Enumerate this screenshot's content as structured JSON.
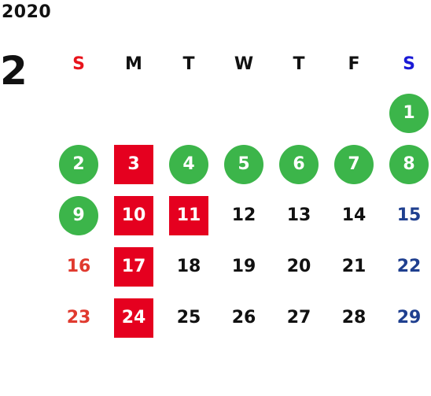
{
  "calendar": {
    "year": "2020",
    "month": "2",
    "weekdays": [
      {
        "label": "S",
        "color": "#e8141c"
      },
      {
        "label": "M",
        "color": "#111111"
      },
      {
        "label": "T",
        "color": "#111111"
      },
      {
        "label": "W",
        "color": "#111111"
      },
      {
        "label": "T",
        "color": "#111111"
      },
      {
        "label": "F",
        "color": "#111111"
      },
      {
        "label": "S",
        "color": "#1a1ad6"
      }
    ],
    "colors": {
      "circle": "#3cb54a",
      "square": "#e5001f",
      "sunday_text": "#e03a2f",
      "saturday_text": "#1f3f8f",
      "weekday_text": "#111111"
    },
    "weeks": [
      [
        {
          "day": "",
          "style": "none"
        },
        {
          "day": "",
          "style": "none"
        },
        {
          "day": "",
          "style": "none"
        },
        {
          "day": "",
          "style": "none"
        },
        {
          "day": "",
          "style": "none"
        },
        {
          "day": "",
          "style": "none"
        },
        {
          "day": "1",
          "style": "circle"
        }
      ],
      [
        {
          "day": "2",
          "style": "circle"
        },
        {
          "day": "3",
          "style": "square"
        },
        {
          "day": "4",
          "style": "circle"
        },
        {
          "day": "5",
          "style": "circle"
        },
        {
          "day": "6",
          "style": "circle"
        },
        {
          "day": "7",
          "style": "circle"
        },
        {
          "day": "8",
          "style": "circle"
        }
      ],
      [
        {
          "day": "9",
          "style": "circle"
        },
        {
          "day": "10",
          "style": "square"
        },
        {
          "day": "11",
          "style": "square"
        },
        {
          "day": "12",
          "style": "none"
        },
        {
          "day": "13",
          "style": "none"
        },
        {
          "day": "14",
          "style": "none"
        },
        {
          "day": "15",
          "style": "none"
        }
      ],
      [
        {
          "day": "16",
          "style": "none"
        },
        {
          "day": "17",
          "style": "square"
        },
        {
          "day": "18",
          "style": "none"
        },
        {
          "day": "19",
          "style": "none"
        },
        {
          "day": "20",
          "style": "none"
        },
        {
          "day": "21",
          "style": "none"
        },
        {
          "day": "22",
          "style": "none"
        }
      ],
      [
        {
          "day": "23",
          "style": "none"
        },
        {
          "day": "24",
          "style": "square"
        },
        {
          "day": "25",
          "style": "none"
        },
        {
          "day": "26",
          "style": "none"
        },
        {
          "day": "27",
          "style": "none"
        },
        {
          "day": "28",
          "style": "none"
        },
        {
          "day": "29",
          "style": "none"
        }
      ]
    ]
  }
}
